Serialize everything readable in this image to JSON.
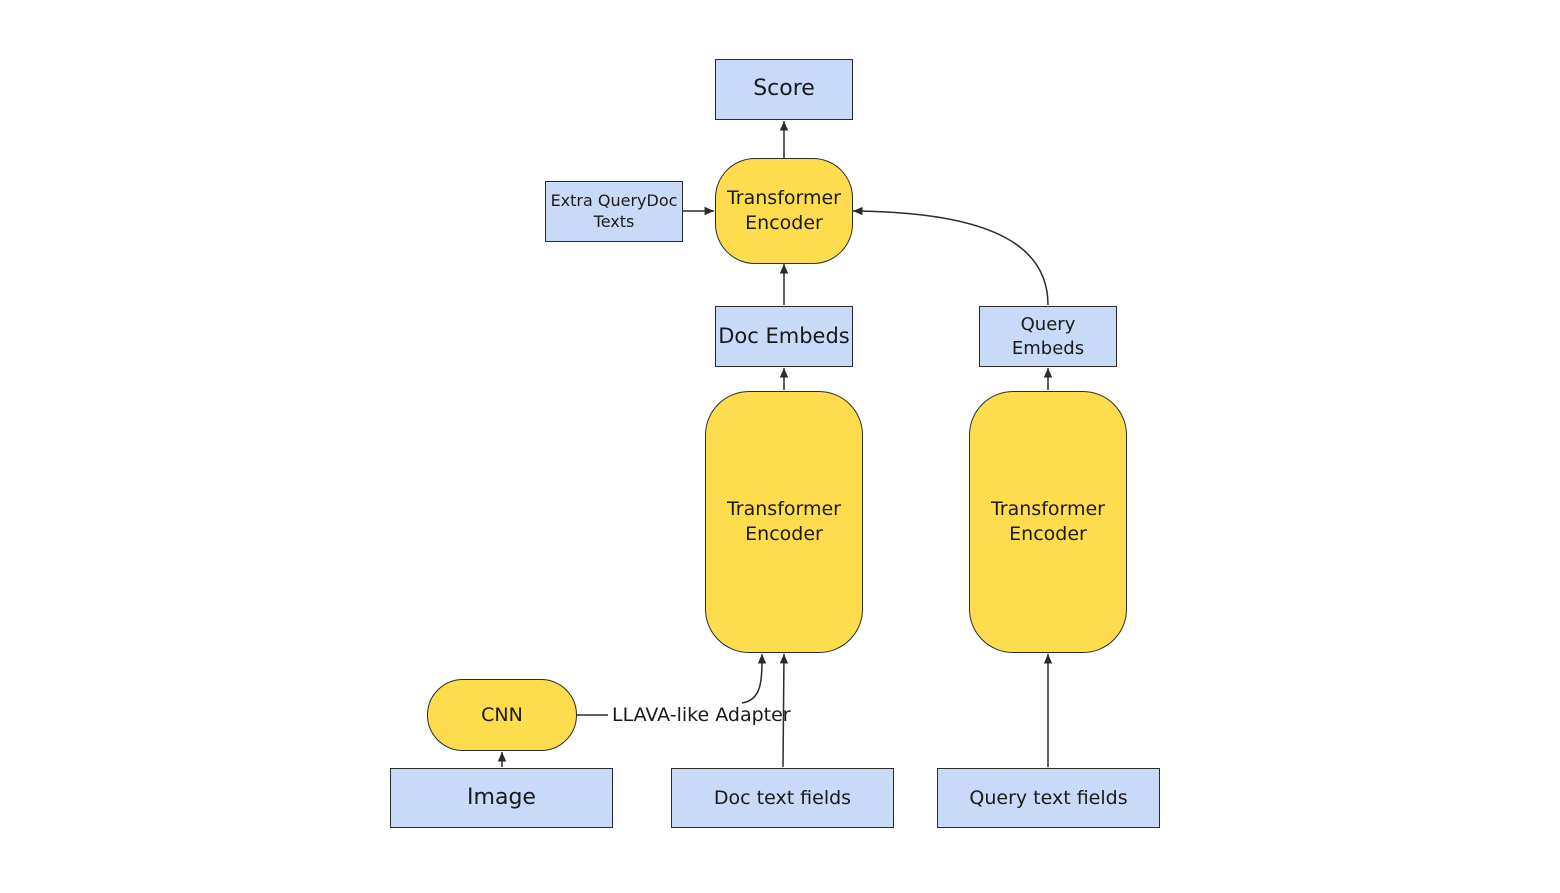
{
  "diagram": {
    "colors": {
      "box_fill": "#c9daf8",
      "encoder_fill": "#fddd4d",
      "stroke": "#2b2b2b"
    },
    "nodes": {
      "score": "Score",
      "extra_texts": "Extra QueryDoc\nTexts",
      "top_encoder": "Transformer\nEncoder",
      "doc_embeds": "Doc Embeds",
      "query_embeds": "Query\nEmbeds",
      "doc_encoder": "Transformer\nEncoder",
      "query_encoder": "Transformer\nEncoder",
      "cnn": "CNN",
      "image": "Image",
      "doc_text_fields": "Doc text fields",
      "query_text_fields": "Query text fields"
    },
    "edge_labels": {
      "adapter": "LLAVA-like Adapter"
    }
  }
}
